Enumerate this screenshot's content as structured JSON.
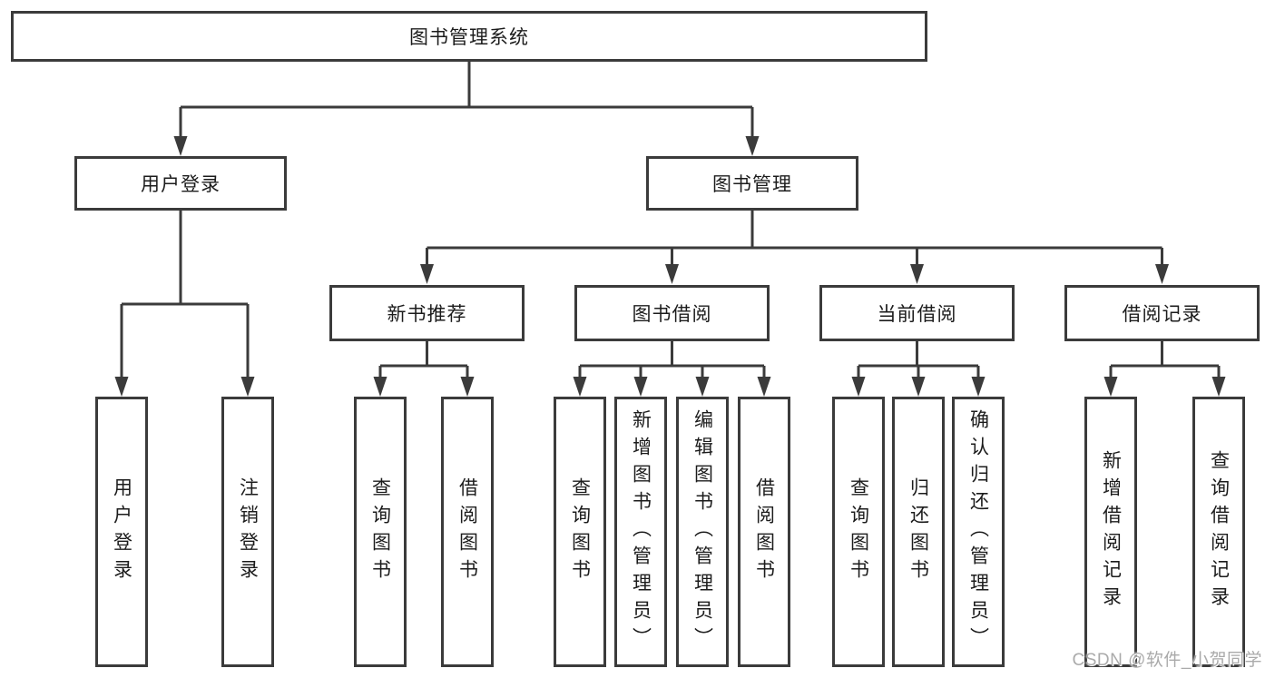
{
  "diagram": {
    "type": "tree-structure-chart",
    "nodes": {
      "root": "图书管理系统",
      "user_login": "用户登录",
      "book_mgmt": "图书管理",
      "new_book_rec": "新书推荐",
      "book_borrow": "图书借阅",
      "current_borrow": "当前借阅",
      "borrow_records": "借阅记录",
      "ul_login": "用户登录",
      "ul_logout": "注销登录",
      "nbr_query": "查询图书",
      "nbr_borrow": "借阅图书",
      "bb_query": "查询图书",
      "bb_add": "新增图书（管理员）",
      "bb_edit": "编辑图书（管理员）",
      "bb_borrow": "借阅图书",
      "cb_query": "查询图书",
      "cb_return": "归还图书",
      "cb_confirm": "确认归还（管理员）",
      "br_add": "新增借阅记录",
      "br_query": "查询借阅记录"
    },
    "hierarchy": {
      "图书管理系统": {
        "用户登录": [
          "用户登录",
          "注销登录"
        ],
        "图书管理": {
          "新书推荐": [
            "查询图书",
            "借阅图书"
          ],
          "图书借阅": [
            "查询图书",
            "新增图书（管理员）",
            "编辑图书（管理员）",
            "借阅图书"
          ],
          "当前借阅": [
            "查询图书",
            "归还图书",
            "确认归还（管理员）"
          ],
          "借阅记录": [
            "新增借阅记录",
            "查询借阅记录"
          ]
        }
      }
    }
  },
  "watermark": "CSDN @软件_小贺同学",
  "colors": {
    "line": "#3b3b3b",
    "text": "#1c1c1c",
    "background": "#ffffff",
    "watermark": "#aaaaaa"
  }
}
